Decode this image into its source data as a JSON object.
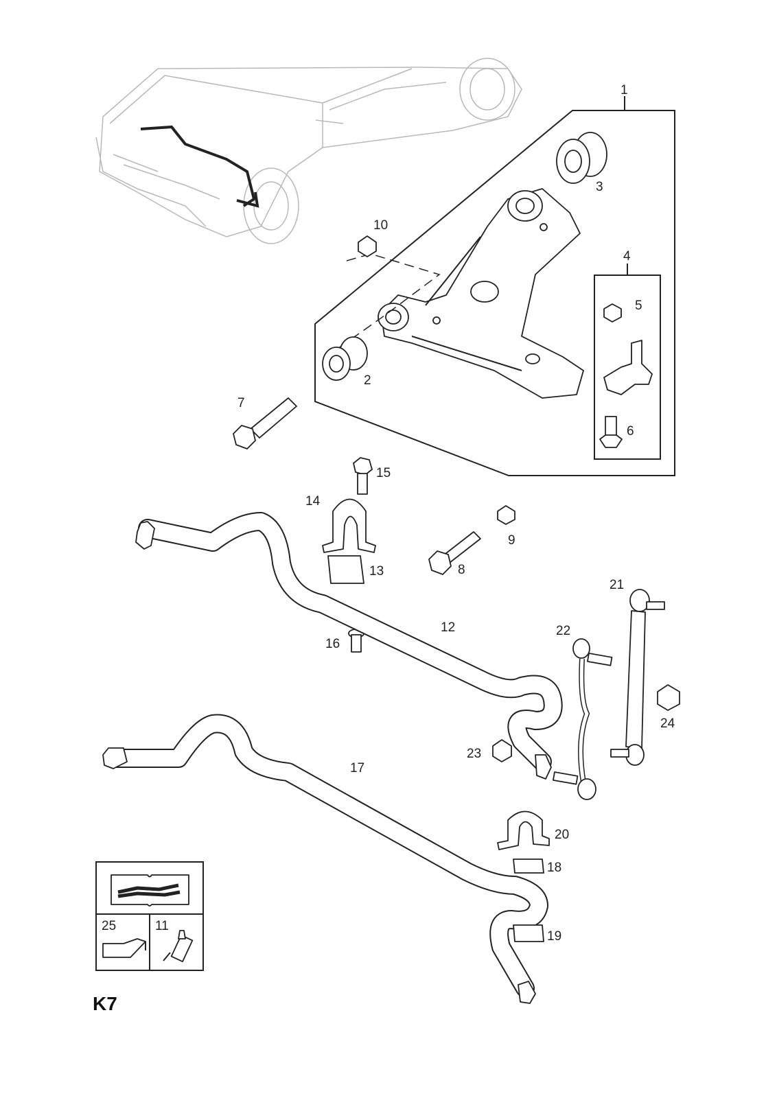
{
  "callouts": {
    "c1": "1",
    "c2": "2",
    "c3": "3",
    "c4": "4",
    "c5": "5",
    "c6": "6",
    "c7": "7",
    "c8": "8",
    "c9": "9",
    "c10": "10",
    "c11": "11",
    "c12": "12",
    "c13": "13",
    "c14": "14",
    "c15": "15",
    "c16": "16",
    "c17": "17",
    "c18": "18",
    "c19": "19",
    "c20": "20",
    "c21": "21",
    "c22": "22",
    "c23": "23",
    "c24": "24",
    "c25": "25"
  },
  "legend": {
    "manual_icon": "repair-manual-icon",
    "oil_icon": "oil-can-icon",
    "adhesive_icon": "adhesive-bottle-icon",
    "left_label": "25",
    "right_label": "11"
  },
  "page_code": "K7"
}
